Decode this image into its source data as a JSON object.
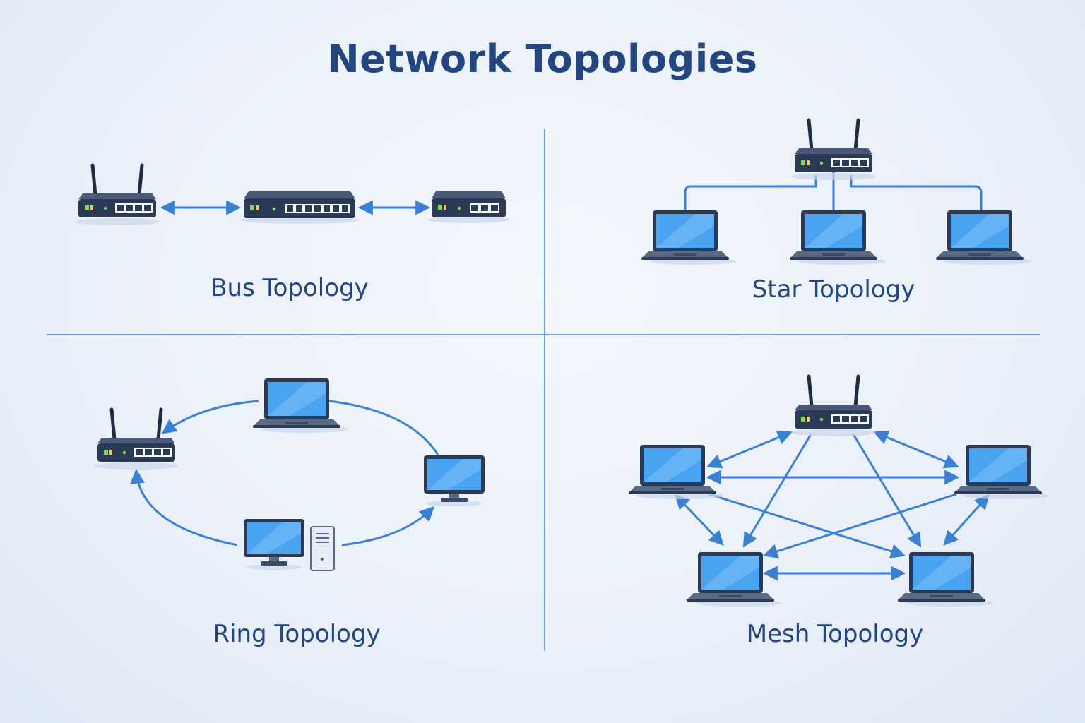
{
  "title": "Network Topologies",
  "panels": {
    "bus": {
      "caption": "Bus Topology"
    },
    "star": {
      "caption": "Star Topology"
    },
    "ring": {
      "caption": "Ring Topology"
    },
    "mesh": {
      "caption": "Mesh Topology"
    }
  },
  "icons": [
    "router-icon",
    "switch-icon",
    "laptop-icon",
    "monitor-icon",
    "desktop-tower-icon",
    "arrow-icon"
  ],
  "colors": {
    "title": "#23467e",
    "line": "#3a80d4",
    "divider": "#6d9fe0",
    "device_body": "#2b3a55",
    "screen": "#4aa3f0",
    "led_green": "#7ed957"
  }
}
